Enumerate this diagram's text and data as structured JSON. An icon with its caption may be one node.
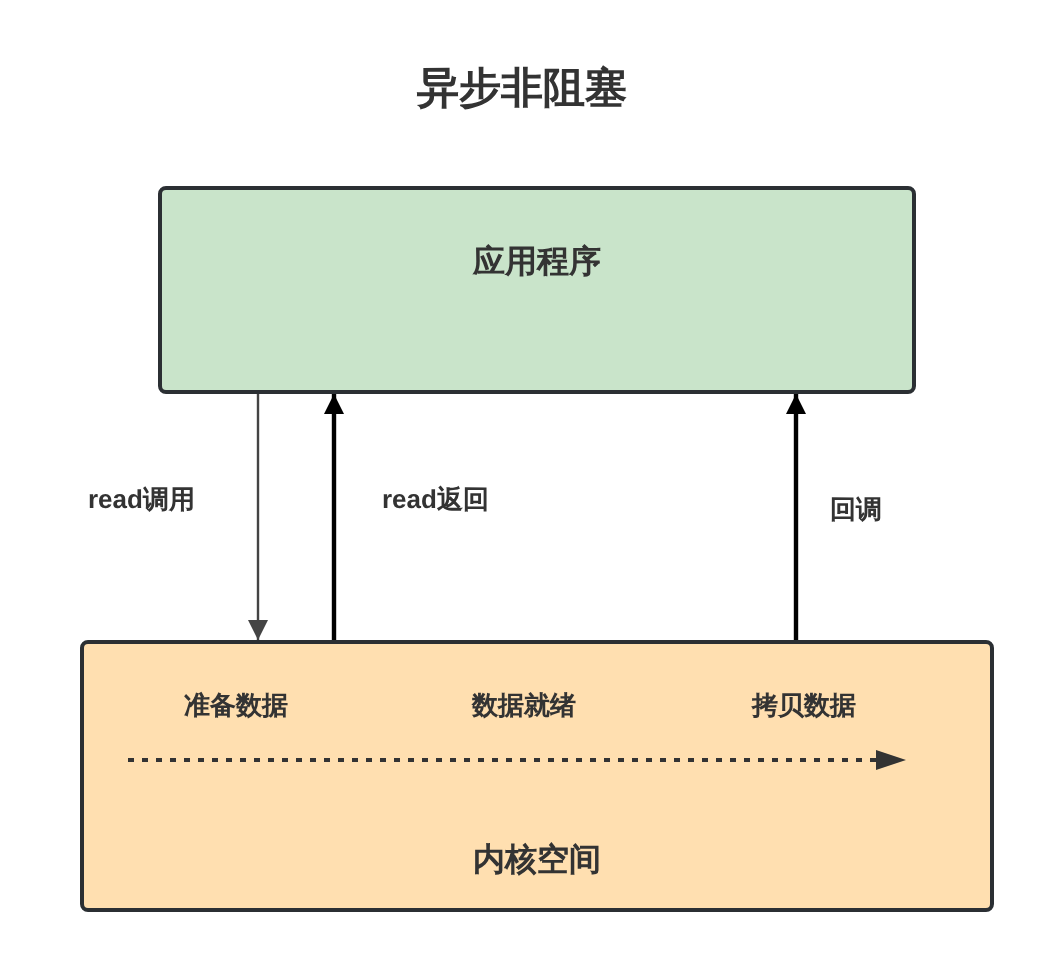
{
  "diagram": {
    "title": "异步非阻塞",
    "nodes": [
      {
        "text": [
          "应用程序"
        ]
      },
      {
        "text": [
          "内核空间"
        ]
      }
    ],
    "edges": [
      {
        "from": 0,
        "to": 1,
        "arrow": "to",
        "label": "read调用",
        "color": "#444444"
      },
      {
        "from": 1,
        "to": 0,
        "arrow": "to",
        "label": "read返回"
      },
      {
        "from": 1,
        "to": 0,
        "arrow": "to",
        "label": "回调"
      }
    ],
    "labels": [
      "准备数据",
      "数据就绪",
      "拷贝数据"
    ]
  }
}
